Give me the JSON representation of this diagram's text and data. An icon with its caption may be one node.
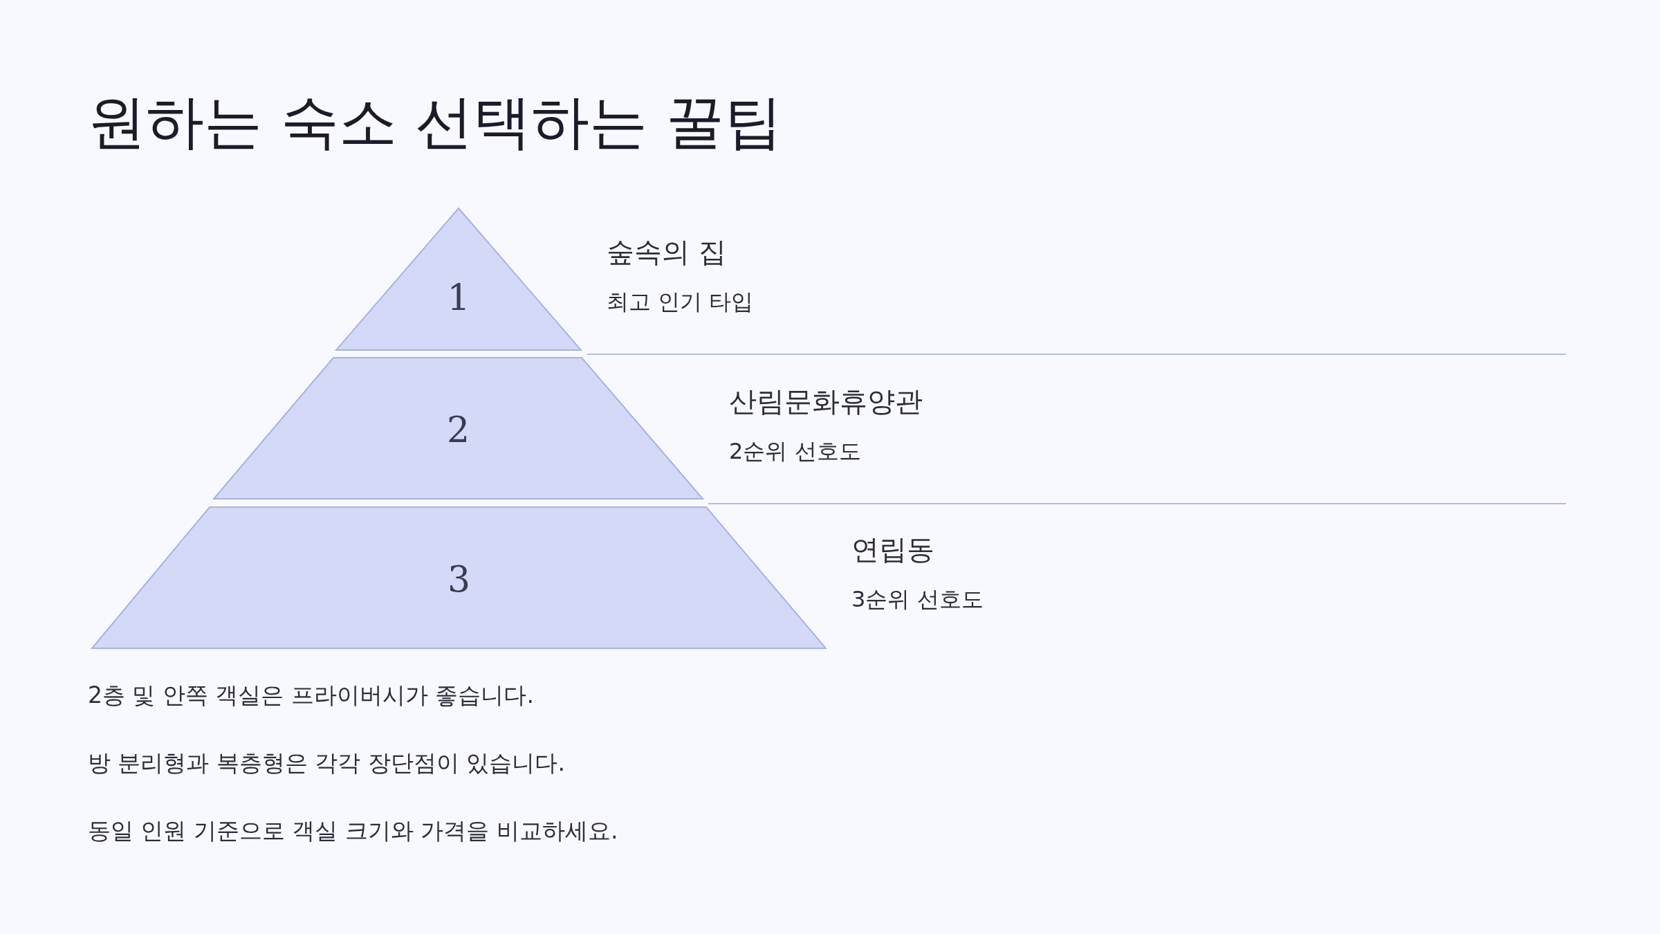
{
  "diagram": {
    "title": "원하는 숙소 선택하는 꿀팁",
    "nodes": [
      {
        "text": [
          "1"
        ],
        "beside": [
          "숲속의 집",
          "최고 인기 타입"
        ]
      },
      {
        "text": [
          "2"
        ],
        "beside": [
          "산림문화휴양관",
          "2순위 선호도"
        ]
      },
      {
        "text": [
          "3"
        ],
        "beside": [
          "연립동",
          "3순위 선호도"
        ]
      }
    ],
    "labels": [
      "2층 및 안쪽 객실은 프라이버시가 좋습니다.",
      "방 분리형과 복층형은 각각 장단점이 있습니다.",
      "동일 인원 기준으로 객실 크기와 가격을 비교하세요."
    ]
  }
}
